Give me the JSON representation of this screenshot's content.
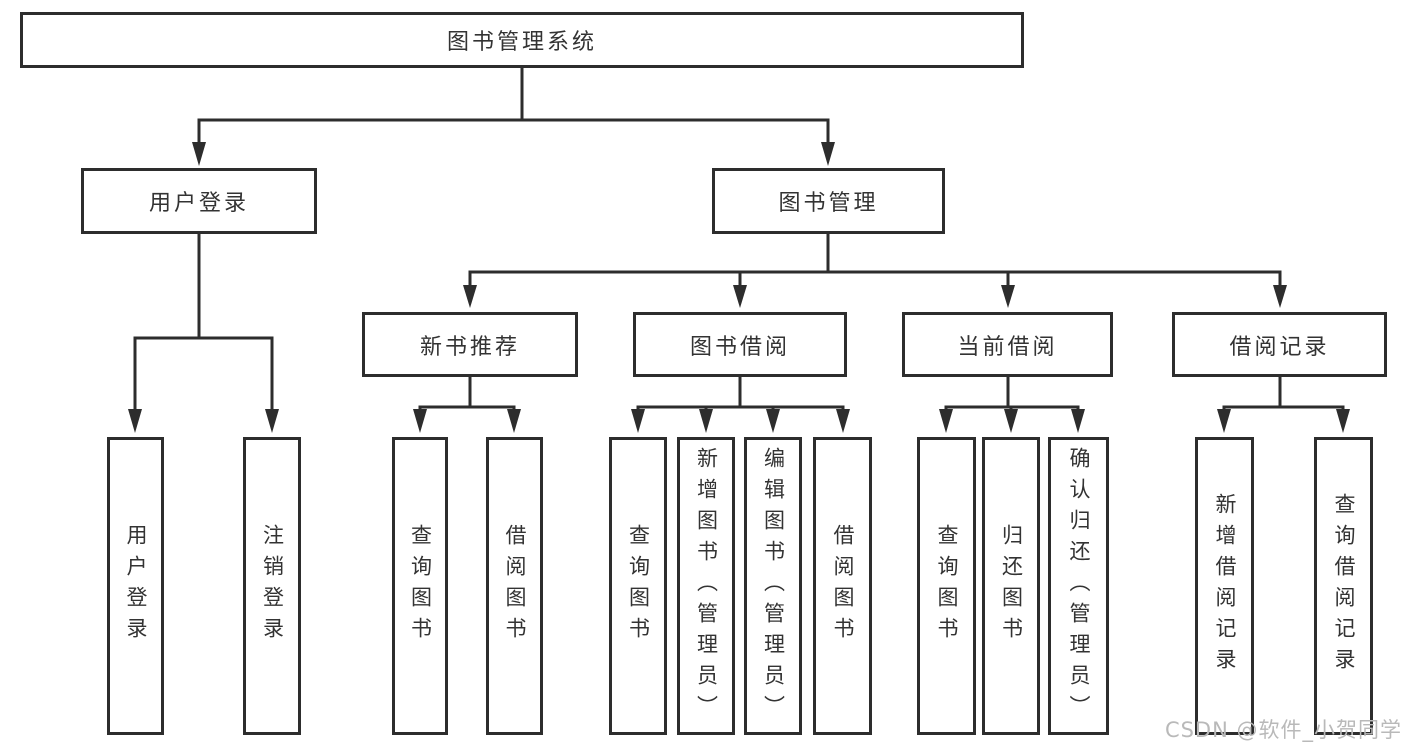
{
  "colors": {
    "line": "#2d2d2d",
    "box_border": "#2d2d2d",
    "text": "#333333",
    "watermark": "#b9b9b9",
    "background": "#ffffff"
  },
  "watermark": "CSDN @软件_小贺同学",
  "tree": {
    "root": {
      "label": "图书管理系统",
      "children": [
        {
          "label": "用户登录",
          "children": [
            {
              "label": "用户登录"
            },
            {
              "label": "注销登录"
            }
          ]
        },
        {
          "label": "图书管理",
          "children": [
            {
              "label": "新书推荐",
              "children": [
                {
                  "label": "查询图书"
                },
                {
                  "label": "借阅图书"
                }
              ]
            },
            {
              "label": "图书借阅",
              "children": [
                {
                  "label": "查询图书"
                },
                {
                  "label": "新增图书（管理员）"
                },
                {
                  "label": "编辑图书（管理员）"
                },
                {
                  "label": "借阅图书"
                }
              ]
            },
            {
              "label": "当前借阅",
              "children": [
                {
                  "label": "查询图书"
                },
                {
                  "label": "归还图书"
                },
                {
                  "label": "确认归还（管理员）"
                }
              ]
            },
            {
              "label": "借阅记录",
              "children": [
                {
                  "label": "新增借阅记录"
                },
                {
                  "label": "查询借阅记录"
                }
              ]
            }
          ]
        }
      ]
    }
  }
}
